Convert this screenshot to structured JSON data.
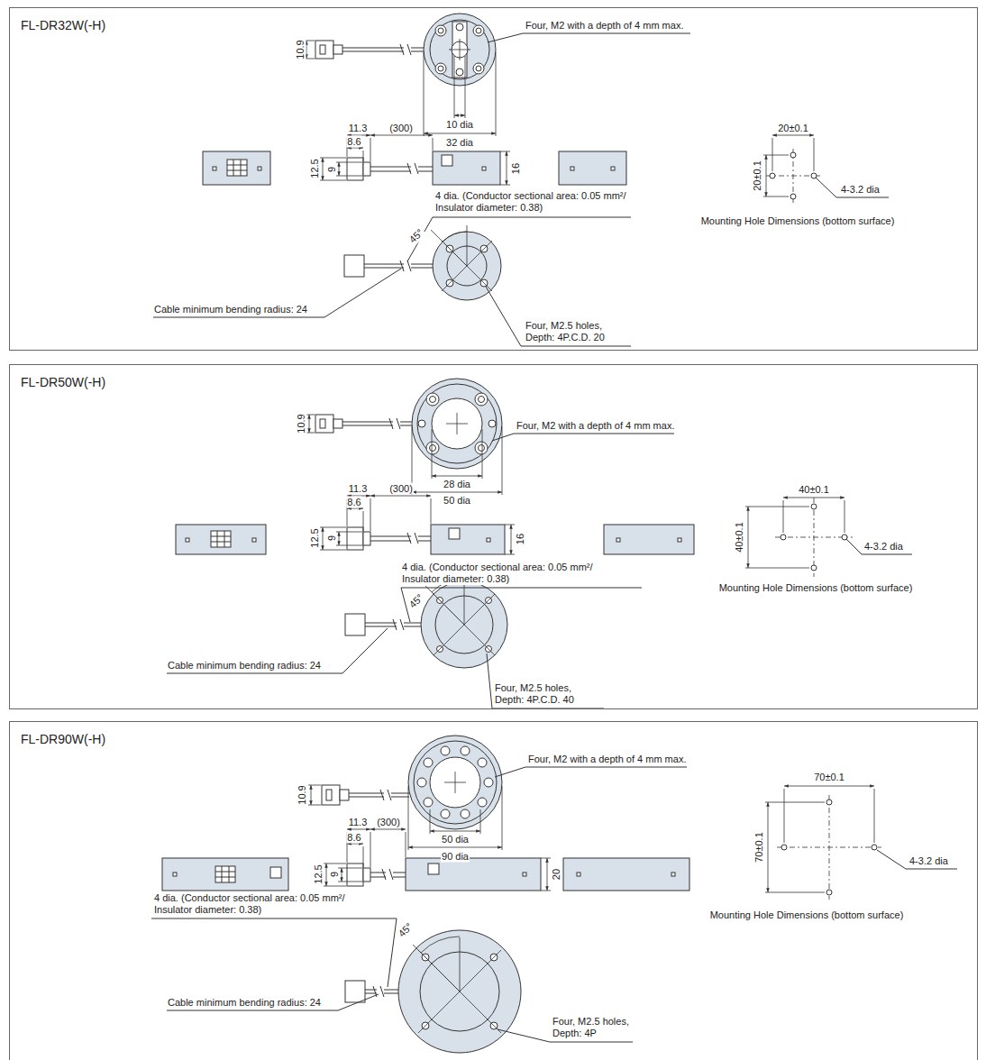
{
  "diagram": {
    "nodes": [
      {
        "text": [
          "FL-DR32W(-H)"
        ]
      },
      {
        "text": [
          "FL-DR50W(-H)"
        ]
      },
      {
        "text": [
          "FL-DR90W(-H)"
        ]
      }
    ],
    "labels": [
      "Four, M2 with a depth of 4 mm max.",
      "10.9",
      "10 dia",
      "32 dia",
      "11.3",
      "(300)",
      "8.6",
      "12.5",
      "9",
      "16",
      "4 dia. (Conductor sectional area: 0.05 mm²/ Insulator diameter: 0.38)",
      "45°",
      "Cable minimum bending radius: 24",
      "Four, M2.5 holes, Depth: 4P.C.D. 20",
      "20±0.1",
      "20±0.1",
      "4-3.2 dia",
      "Mounting Hole Dimensions (bottom surface)",
      "Four, M2 with a depth of 4 mm max.",
      "10.9",
      "28 dia",
      "50 dia",
      "11.3",
      "(300)",
      "8.6",
      "12.5",
      "9",
      "16",
      "4 dia. (Conductor sectional area: 0.05 mm²/ Insulator diameter: 0.38)",
      "45°",
      "Cable minimum bending radius: 24",
      "Four, M2.5 holes, Depth: 4P.C.D. 40",
      "40±0.1",
      "40±0.1",
      "4-3.2 dia",
      "Mounting Hole Dimensions (bottom surface)",
      "Four, M2 with a depth of 4 mm max.",
      "10.9",
      "50 dia",
      "90 dia",
      "11.3",
      "(300)",
      "8.6",
      "12.5",
      "9",
      "20",
      "4 dia. (Conductor sectional area: 0.05 mm²/ Insulator diameter: 0.38)",
      "45°",
      "Cable minimum bending radius: 24",
      "Four, M2.5 holes, Depth: 4P",
      "70±0.1",
      "70±0.1",
      "4-3.2 dia",
      "Mounting Hole Dimensions (bottom surface)"
    ]
  }
}
